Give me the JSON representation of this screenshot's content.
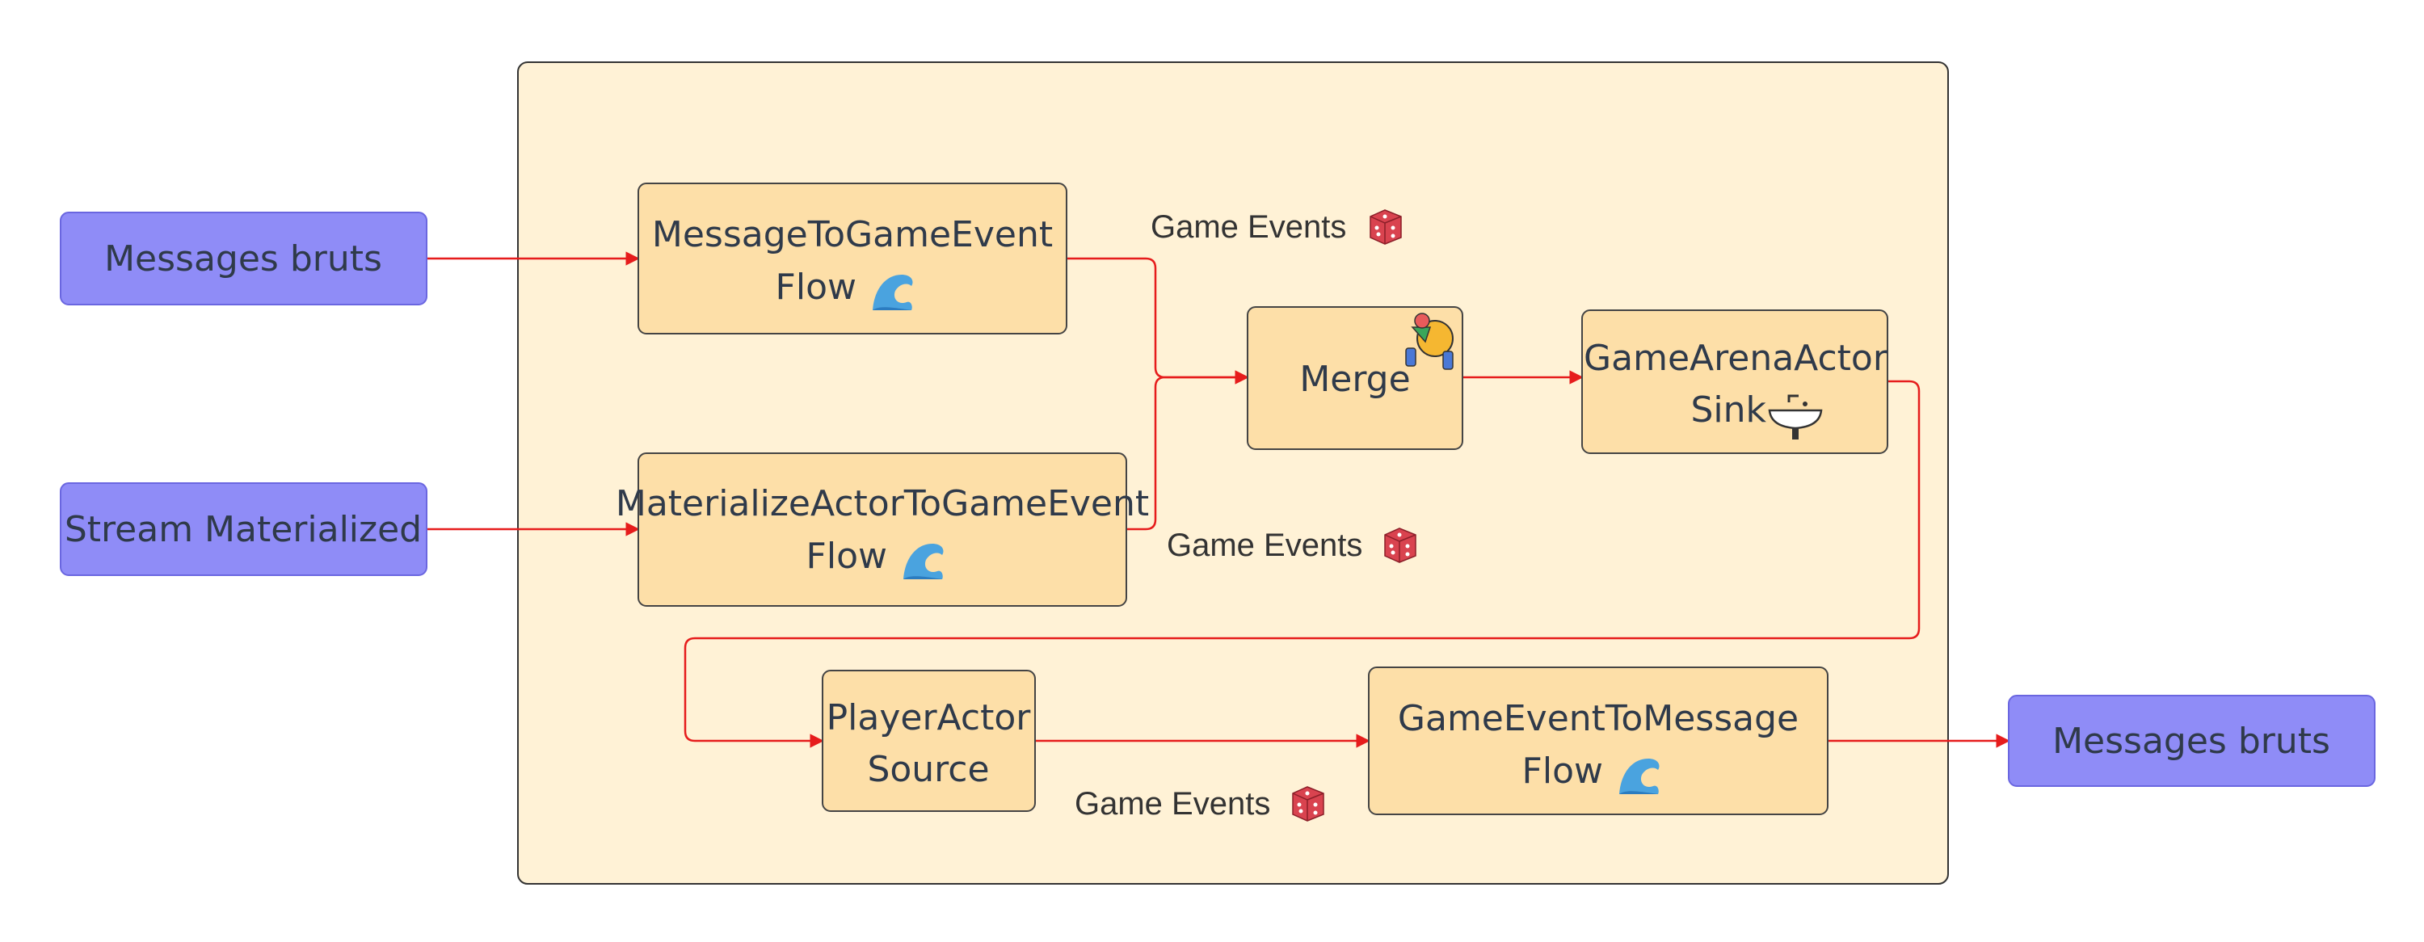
{
  "colors": {
    "container_fill": "#fff2d6",
    "container_stroke": "#333333",
    "process_fill": "#fddfa8",
    "process_stroke": "#444444",
    "io_fill": "#8f8cf7",
    "io_stroke": "#6a66e0",
    "edge": "#e61c1c",
    "text": "#2f3a4a"
  },
  "nodes": {
    "input_messages": {
      "label": "Messages bruts"
    },
    "input_stream": {
      "label": "Stream Materialized"
    },
    "message_flow": {
      "line1": "MessageToGameEvent",
      "line2": "Flow",
      "icon": "wave-icon"
    },
    "materialize_flow": {
      "line1": "MaterializeActorToGameEvent",
      "line2": "Flow",
      "icon": "wave-icon"
    },
    "merge": {
      "label": "Merge",
      "icon": "merge-juggler-icon"
    },
    "arena_sink": {
      "line1": "GameArenaActor",
      "line2": "Sink",
      "icon": "sink-icon"
    },
    "player_source": {
      "line1": "PlayerActor",
      "line2": "Source"
    },
    "message_out_flow": {
      "line1": "GameEventToMessage",
      "line2": "Flow",
      "icon": "wave-icon"
    },
    "output_messages": {
      "label": "Messages bruts"
    }
  },
  "edge_labels": {
    "top": {
      "label": "Game Events",
      "icon": "dice-icon"
    },
    "middle": {
      "label": "Game Events",
      "icon": "dice-icon"
    },
    "bottom": {
      "label": "Game Events",
      "icon": "dice-icon"
    }
  }
}
